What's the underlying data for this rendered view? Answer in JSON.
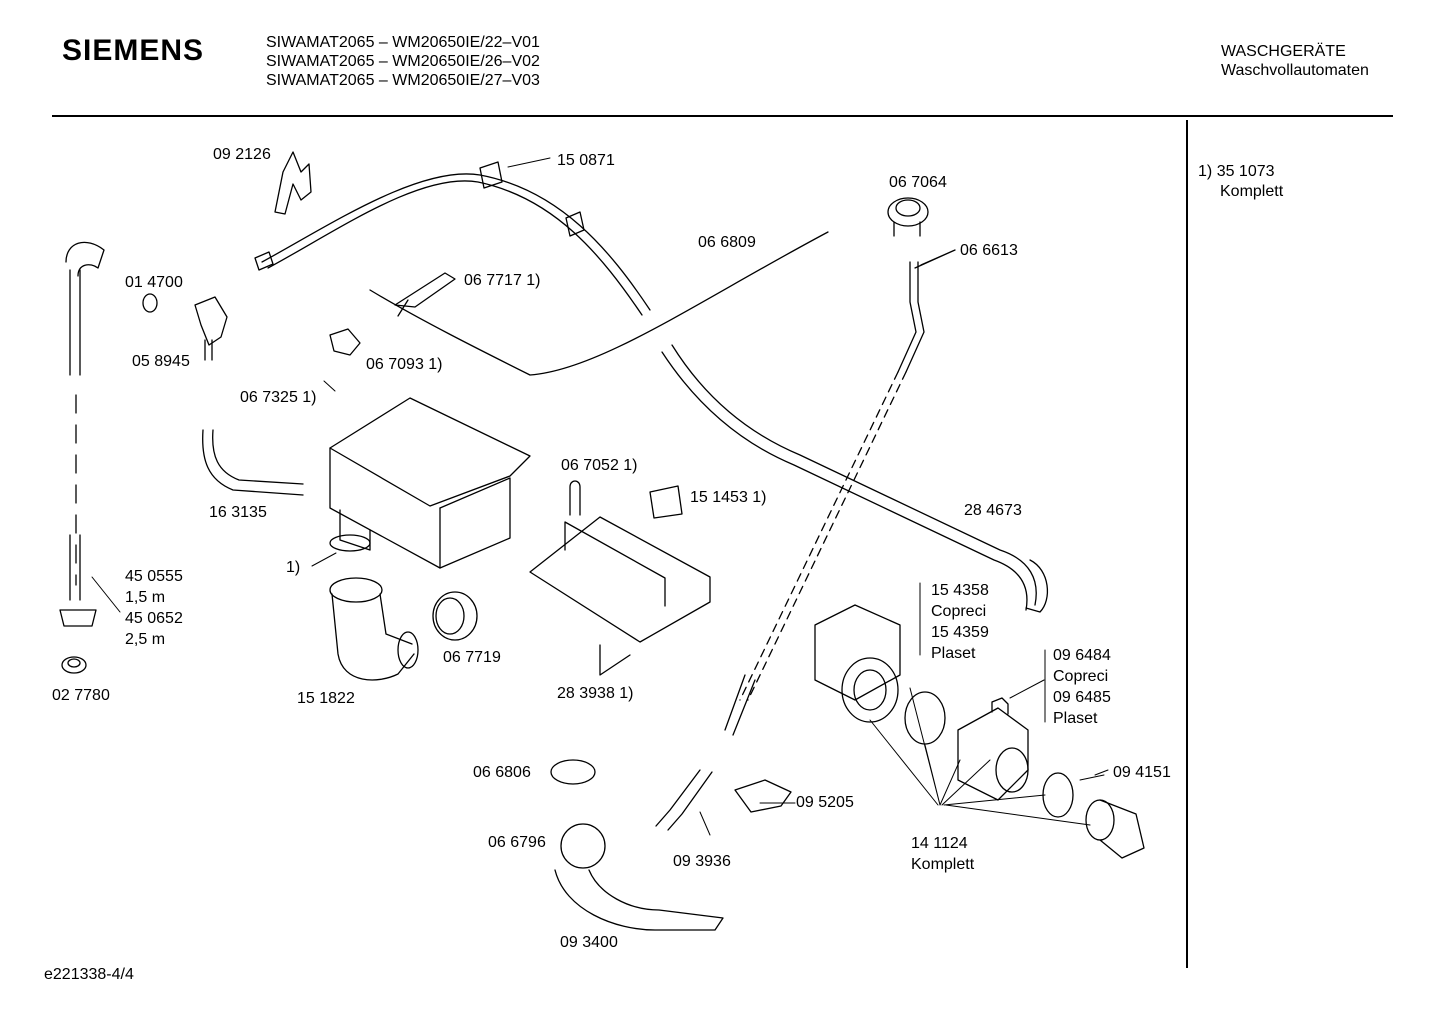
{
  "header": {
    "brand": "SIEMENS",
    "models": [
      "SIWAMAT2065 – WM20650IE/22–V01",
      "SIWAMAT2065 – WM20650IE/26–V02",
      "SIWAMAT2065 – WM20650IE/27–V03"
    ],
    "category": [
      "WASCHGERÄTE",
      "Waschvollautomaten"
    ]
  },
  "footnote": {
    "mark": "1)",
    "part": "35 1073",
    "desc": "Komplett"
  },
  "drawing_code": "e221338-4/4",
  "labels": [
    "09 2126",
    "15 0871",
    "06 7064",
    "06 6809",
    "06 6613",
    "01 4700",
    "06 7717 1)",
    "05 8945",
    "06 7093 1)",
    "06 7325 1)",
    "16 3135",
    "06 7052 1)",
    "15 1453 1)",
    "28 4673",
    "1)",
    "45 0555",
    "1,5 m",
    "45 0652",
    "2,5 m",
    "15 4358",
    "Copreci",
    "15 4359",
    "Plaset",
    "02 7780",
    "15 1822",
    "06 7719",
    "28 3938 1)",
    "09 6484",
    "Copreci",
    "09 6485",
    "Plaset",
    "06 6806",
    "09 4151",
    "09 5205",
    "06 6796",
    "09 3936",
    "14 1124",
    "Komplett",
    "09 3400"
  ]
}
